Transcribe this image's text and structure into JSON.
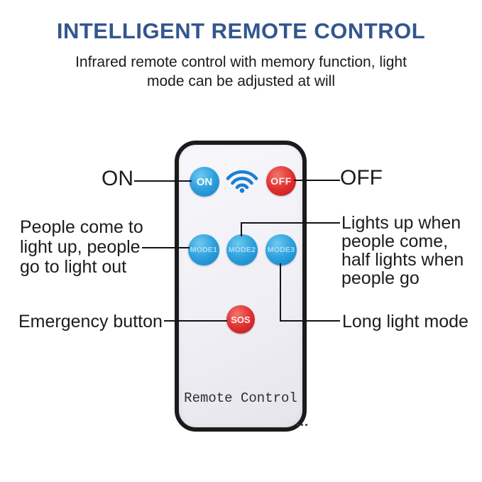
{
  "header": {
    "title": "INTELLIGENT REMOTE CONTROL",
    "subtitle_lines": [
      "Infrared remote control with memory function, light",
      "mode can be adjusted at will"
    ]
  },
  "remote": {
    "brand_label": "Remote Control",
    "buttons": {
      "on": "ON",
      "off": "OFF",
      "mode1": "MODE1",
      "mode2": "MODE2",
      "mode3": "MODE3",
      "sos": "SOS"
    },
    "icons": [
      {
        "name": "wifi-signal-icon",
        "meaning": "infrared signal"
      }
    ]
  },
  "annotations": {
    "on": "ON",
    "off": "OFF",
    "mode1": "People come to\nlight up, people\ngo to light out",
    "mode2": "Lights up when\npeople come,\nhalf lights when\npeople go",
    "sos": "Emergency button",
    "mode3": "Long light mode"
  },
  "colors": {
    "title_blue": "#33568e",
    "button_blue": "#2ea1de",
    "button_red": "#de3030",
    "wifi_blue": "#1b7fd4",
    "remote_body": "#f0eff5",
    "remote_border": "#1b1b1b",
    "text": "#1c1c1c"
  }
}
